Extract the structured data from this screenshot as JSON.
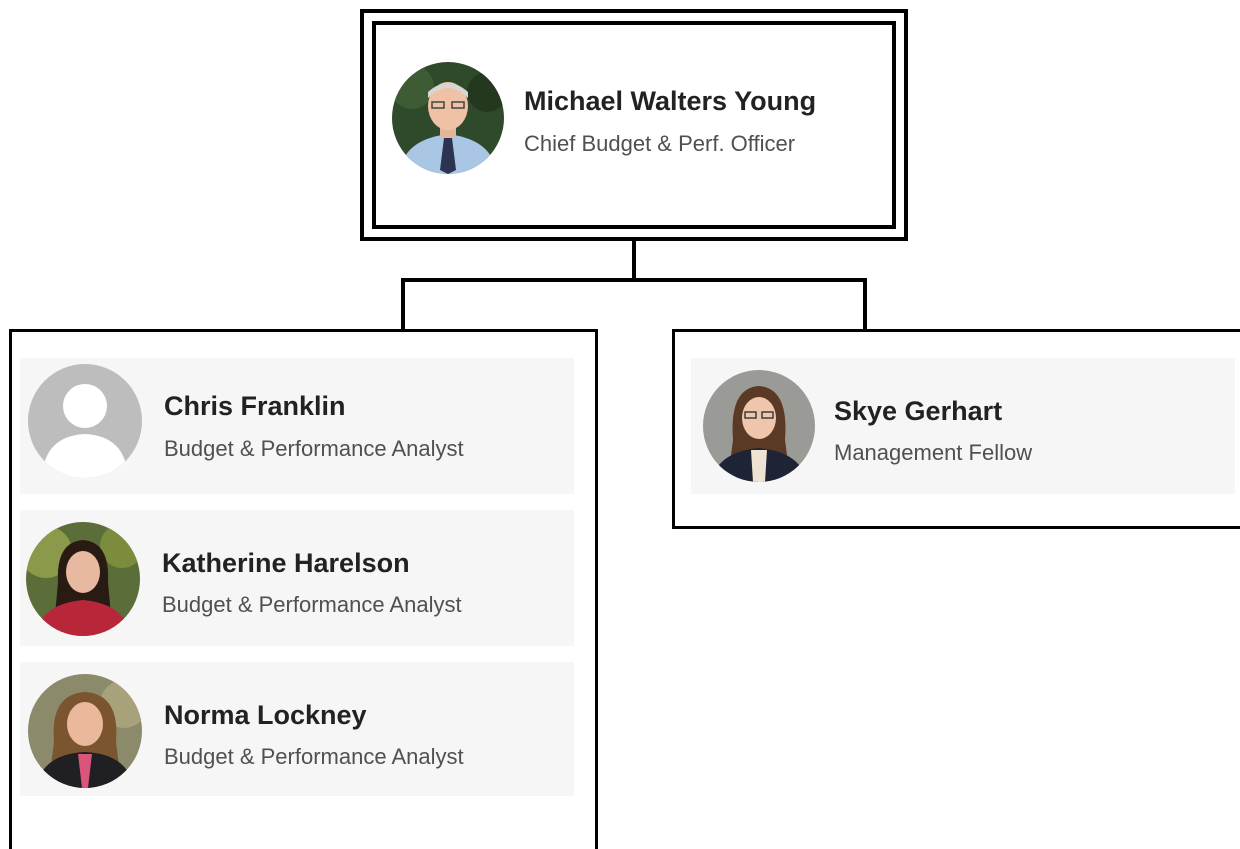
{
  "root": {
    "name": "Michael Walters Young",
    "title": "Chief Budget & Perf. Officer",
    "avatar_icon": "person-photo-icon"
  },
  "left_group": [
    {
      "name": "Chris Franklin",
      "title": "Budget & Performance Analyst",
      "avatar_icon": "default-avatar-icon"
    },
    {
      "name": "Katherine Harelson",
      "title": "Budget & Performance Analyst",
      "avatar_icon": "person-photo-icon"
    },
    {
      "name": "Norma Lockney",
      "title": "Budget & Performance Analyst",
      "avatar_icon": "person-photo-icon"
    }
  ],
  "right_group": [
    {
      "name": "Skye Gerhart",
      "title": "Management Fellow",
      "avatar_icon": "person-photo-icon"
    }
  ],
  "colors": {
    "border": "#000000",
    "card_background": "#f6f6f6",
    "name_text": "#222222",
    "title_text": "#505050",
    "default_avatar": "#bdbdbd"
  }
}
